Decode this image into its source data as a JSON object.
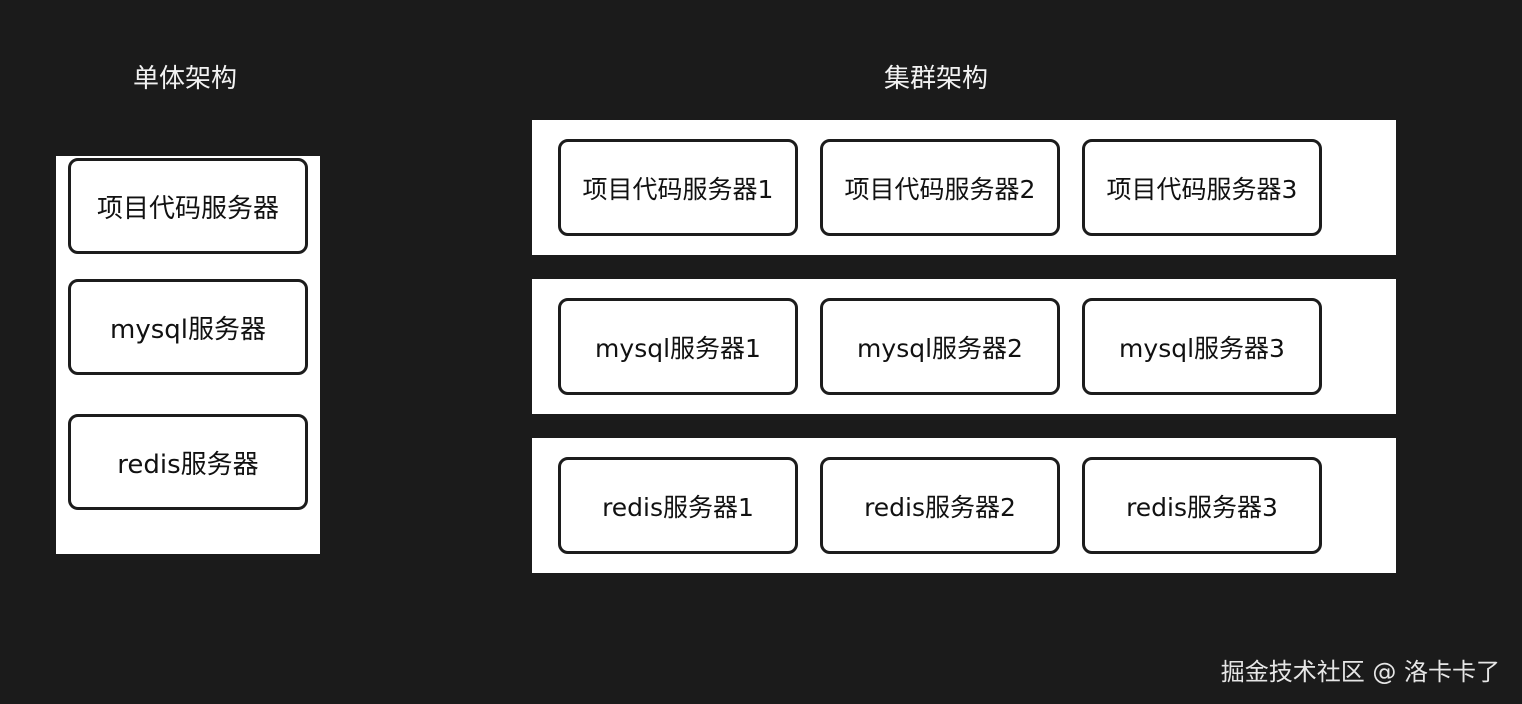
{
  "titles": {
    "monolith": "单体架构",
    "cluster": "集群架构"
  },
  "monolith": {
    "items": [
      "项目代码服务器",
      "mysql服务器",
      "redis服务器"
    ]
  },
  "cluster": {
    "rows": [
      {
        "items": [
          "项目代码服务器1",
          "项目代码服务器2",
          "项目代码服务器3"
        ]
      },
      {
        "items": [
          "mysql服务器1",
          "mysql服务器2",
          "mysql服务器3"
        ]
      },
      {
        "items": [
          "redis服务器1",
          "redis服务器2",
          "redis服务器3"
        ]
      }
    ]
  },
  "watermark": "掘金技术社区 @ 洛卡卡了",
  "colors": {
    "background": "#1b1b1b",
    "panel": "#ffffff",
    "box_border": "#1c1c1c"
  }
}
